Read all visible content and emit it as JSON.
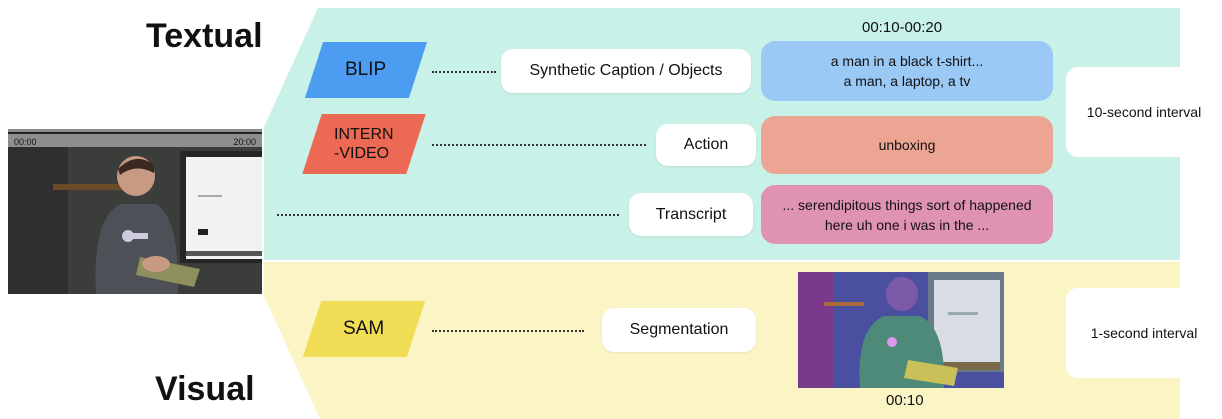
{
  "sections": {
    "textual": "Textual",
    "visual": "Visual"
  },
  "video": {
    "start_time": "00:00",
    "end_time": "20:00"
  },
  "models": {
    "blip": "BLIP",
    "internvideo_line1": "INTERN",
    "internvideo_line2": "-VIDEO",
    "sam": "SAM"
  },
  "pills": {
    "caption": "Synthetic Caption / Objects",
    "action": "Action",
    "transcript": "Transcript",
    "segmentation": "Segmentation"
  },
  "results": {
    "time_range": "00:10-00:20",
    "caption_line1": "a man in a black t-shirt...",
    "caption_line2": "a man, a laptop, a tv",
    "action": "unboxing",
    "transcript_line1": "... serendipitous things sort of happened",
    "transcript_line2": "here uh one i was in the ...",
    "seg_time": "00:10"
  },
  "intervals": {
    "ten_second": "10-second interval",
    "one_second": "1-second interval"
  },
  "colors": {
    "textual_band": "#c8f1e8",
    "visual_band": "#fbf4c5",
    "blip": "#4c9cf1",
    "internvideo": "#ec6a54",
    "sam": "#f2dd57",
    "caption_result": "#9ac9f5",
    "action_result": "#eca593",
    "transcript_result": "#df93b1"
  }
}
